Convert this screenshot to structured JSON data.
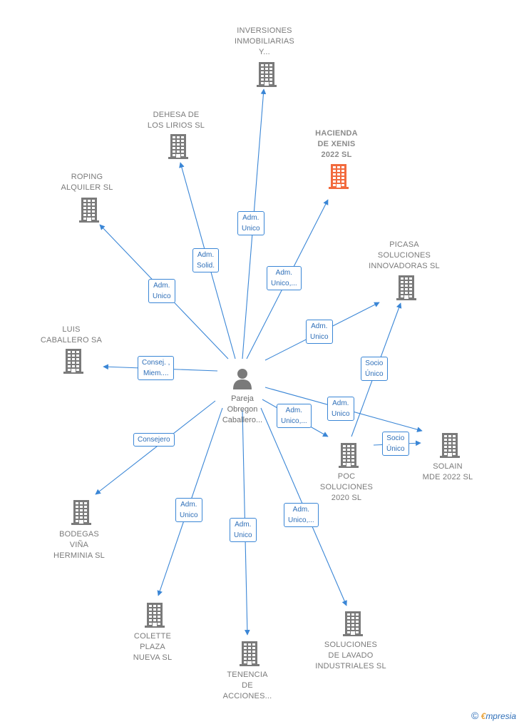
{
  "center": {
    "label": "Pareja\nObregon\nCaballero..."
  },
  "colors": {
    "edge": "#3a86d6",
    "node": "#7a7a7a",
    "highlight": "#f26a3d"
  },
  "nodes": [
    {
      "id": "inversiones",
      "label": "INVERSIONES\nINMOBILIARIAS\nY...",
      "highlight": false
    },
    {
      "id": "dehesa",
      "label": "DEHESA DE\nLOS LIRIOS SL",
      "highlight": false
    },
    {
      "id": "hacienda",
      "label": "HACIENDA\nDE XENIS\n2022  SL",
      "highlight": true
    },
    {
      "id": "roping",
      "label": "ROPING\nALQUILER  SL",
      "highlight": false
    },
    {
      "id": "picasa",
      "label": "PICASA\nSOLUCIONES\nINNOVADORAS SL",
      "highlight": false
    },
    {
      "id": "luis",
      "label": "LUIS\nCABALLERO SA",
      "highlight": false
    },
    {
      "id": "solain",
      "label": "SOLAIN\nMDE 2022  SL",
      "highlight": false
    },
    {
      "id": "poc",
      "label": "POC\nSOLUCIONES\n2020  SL",
      "highlight": false
    },
    {
      "id": "bodegas",
      "label": "BODEGAS\nVIÑA\nHERMINIA SL",
      "highlight": false
    },
    {
      "id": "colette",
      "label": "COLETTE\nPLAZA\nNUEVA SL",
      "highlight": false
    },
    {
      "id": "tenencia",
      "label": "TENENCIA\nDE\nACCIONES...",
      "highlight": false
    },
    {
      "id": "lavado",
      "label": "SOLUCIONES\nDE LAVADO\nINDUSTRIALES SL",
      "highlight": false
    }
  ],
  "edges": [
    {
      "to": "inversiones",
      "label": "Adm.\nUnico"
    },
    {
      "to": "dehesa",
      "label": "Adm.\nSolid."
    },
    {
      "to": "hacienda",
      "label": "Adm.\nUnico,..."
    },
    {
      "to": "roping",
      "label": "Adm.\nUnico"
    },
    {
      "to": "picasa",
      "label": "Adm.\nUnico"
    },
    {
      "to": "luis",
      "label": "Consej. ,\nMiem...."
    },
    {
      "to": "solain",
      "label": "Adm.\nUnico"
    },
    {
      "to": "poc",
      "label": "Adm.\nUnico,..."
    },
    {
      "to": "bodegas",
      "label": "Consejero"
    },
    {
      "to": "colette",
      "label": "Adm.\nUnico"
    },
    {
      "to": "tenencia",
      "label": "Adm.\nUnico"
    },
    {
      "to": "lavado",
      "label": "Adm.\nUnico,..."
    },
    {
      "from": "poc",
      "to": "picasa",
      "label": "Socio\nÚnico"
    },
    {
      "from": "poc",
      "to": "solain",
      "label": "Socio\nÚnico"
    }
  ],
  "brand": {
    "copyright": "©",
    "first": "€",
    "rest": "mpresia"
  }
}
